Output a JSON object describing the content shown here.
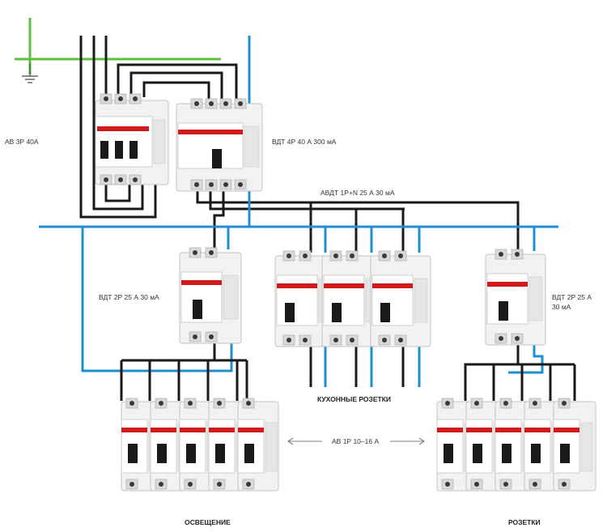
{
  "labels": {
    "main_breaker": "АВ   3Р 40А",
    "main_rcd": "ВДТ 4Р 40 А 300 мА",
    "rcbo": "АВДТ 1Р+N 25 А 30 мА",
    "rcd_left": "ВДТ 2Р 25 А 30 мА",
    "rcd_right_line1": "ВДТ 2Р 25 А",
    "rcd_right_line2": "30 мА",
    "kitchen": "КУХОННЫЕ РОЗЕТКИ",
    "breakers_1p": "АВ 1Р 10–16 А",
    "lighting": "ОСВЕЩЕНИЕ",
    "sockets": "РОЗЕТКИ"
  },
  "colors": {
    "phase_wire": "#1a1a1a",
    "neutral_wire": "#1e8fd1",
    "ground_wire": "#5cbf3a",
    "brand_band": "#d11a1a"
  },
  "icons": {
    "ground": "ground-symbol-icon",
    "arrow_left": "arrow-left-icon",
    "arrow_right": "arrow-right-icon"
  }
}
